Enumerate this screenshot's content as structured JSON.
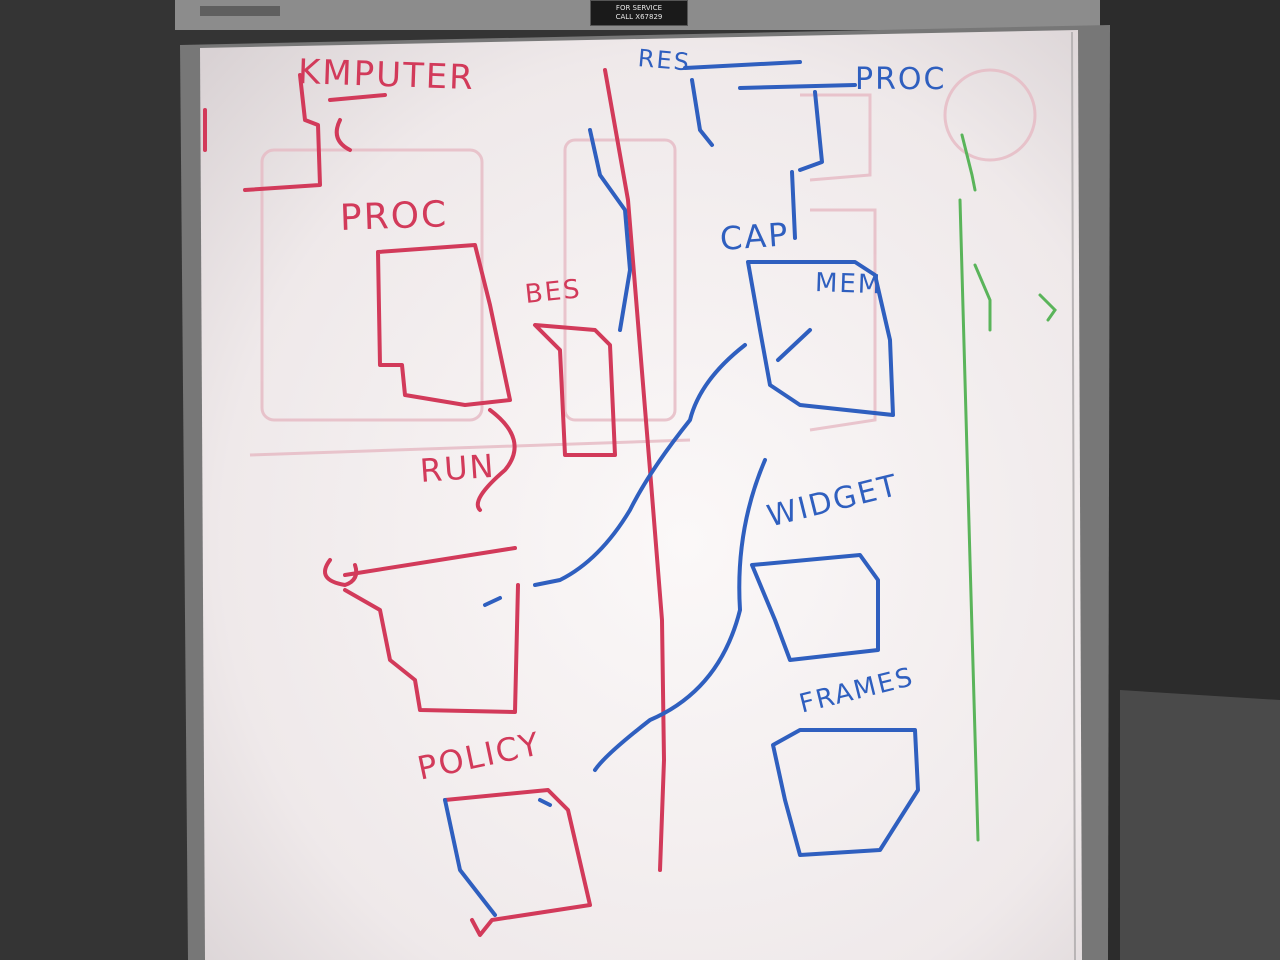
{
  "service_tag": {
    "line1": "FOR SERVICE",
    "line2": "CALL X67829"
  },
  "left_column": {
    "computer": "KMPUTER",
    "proc": "PROC",
    "run": "RUN",
    "bes": "BES",
    "policy": "POLICY"
  },
  "right_column": {
    "res": "RES",
    "proc": "PROC",
    "cap": "CAP",
    "mem": "MEM",
    "widget": "WIDGET",
    "frames": "FRAMES"
  },
  "colors": {
    "red_marker": "#d23a5a",
    "blue_marker": "#2f5fbf",
    "green_marker": "#5ab45a",
    "paper": "#f6f2f2",
    "backdrop": "#3a3a3a"
  }
}
